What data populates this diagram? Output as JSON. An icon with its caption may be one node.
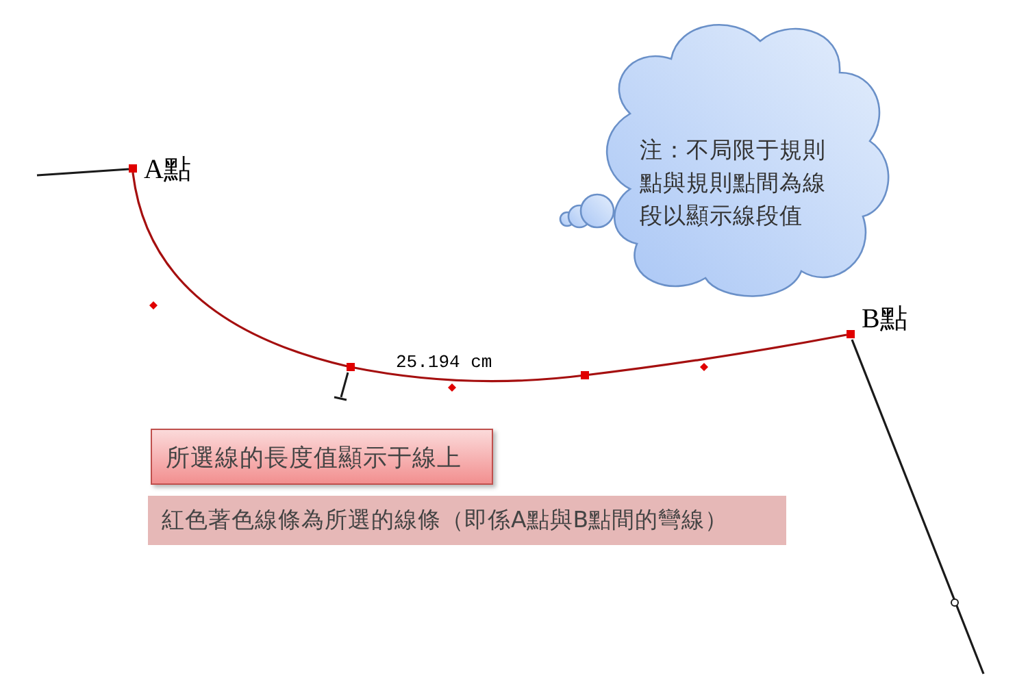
{
  "diagram": {
    "nodes": [
      {
        "text": [
          "A點"
        ]
      },
      {
        "text": [
          "B點"
        ]
      },
      {
        "text": [
          "注：不局限于規則點與規則點間為線段以顯示線段值"
        ]
      },
      {
        "text": [
          "所選線的長度值顯示于線上"
        ]
      },
      {
        "text": [
          "紅色著色線條為所選的線條（即係A點與B點間的彎線）"
        ]
      }
    ],
    "edges": [
      {
        "from": null,
        "to": 0,
        "arrow": "none"
      },
      {
        "from": 0,
        "to": 1,
        "arrow": "none",
        "label": "25.194 cm",
        "color": "#a50f0f"
      },
      {
        "from": 1,
        "to": null,
        "arrow": "none"
      }
    ]
  }
}
